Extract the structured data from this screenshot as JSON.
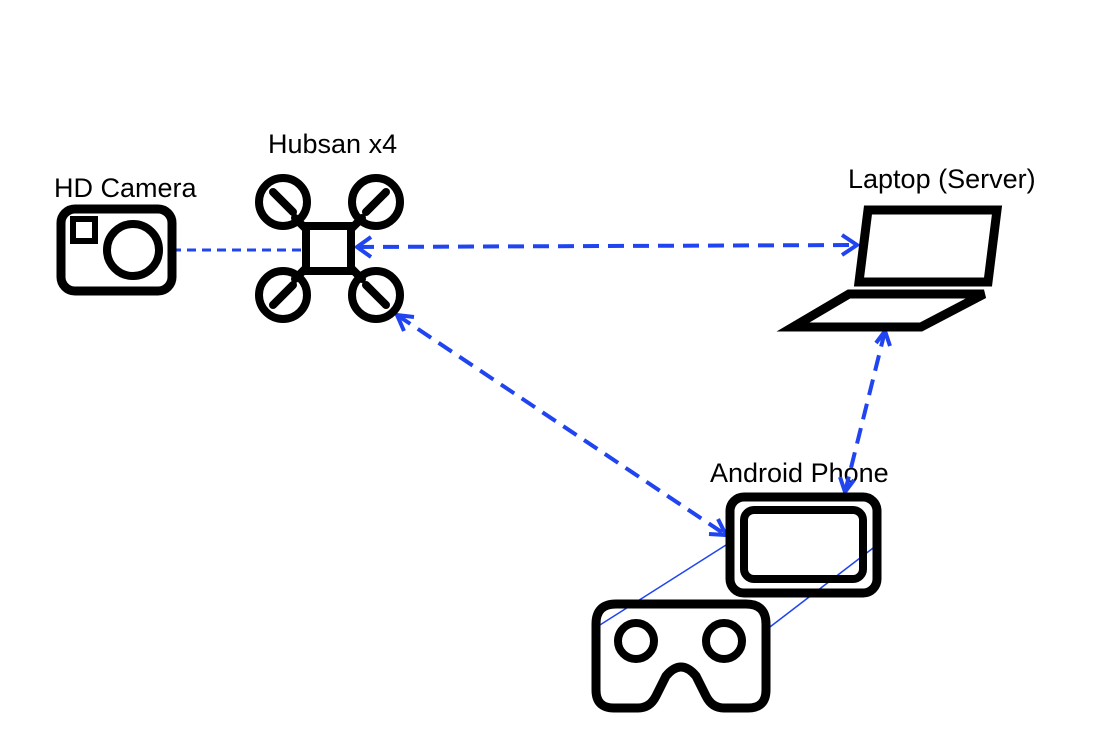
{
  "nodes": {
    "camera": {
      "label": "HD Camera",
      "icon": "camera-icon"
    },
    "drone": {
      "label": "Hubsan x4",
      "icon": "quadcopter-icon"
    },
    "laptop": {
      "label": "Laptop (Server)",
      "icon": "laptop-icon"
    },
    "phone": {
      "label": "Android Phone",
      "icon": "phone-icon"
    },
    "headset": {
      "icon": "vr-headset-icon"
    }
  },
  "connections": [
    {
      "from": "camera",
      "to": "drone",
      "style": "dashed",
      "arrows": "none"
    },
    {
      "from": "drone",
      "to": "laptop",
      "style": "dashed",
      "arrows": "both"
    },
    {
      "from": "drone",
      "to": "phone",
      "style": "dashed",
      "arrows": "both"
    },
    {
      "from": "laptop",
      "to": "phone",
      "style": "dashed",
      "arrows": "both"
    },
    {
      "from": "phone",
      "to": "headset",
      "style": "solid-thin",
      "arrows": "none"
    }
  ],
  "colors": {
    "icon": "#000000",
    "link": "#1f44f0",
    "background": "#ffffff"
  }
}
